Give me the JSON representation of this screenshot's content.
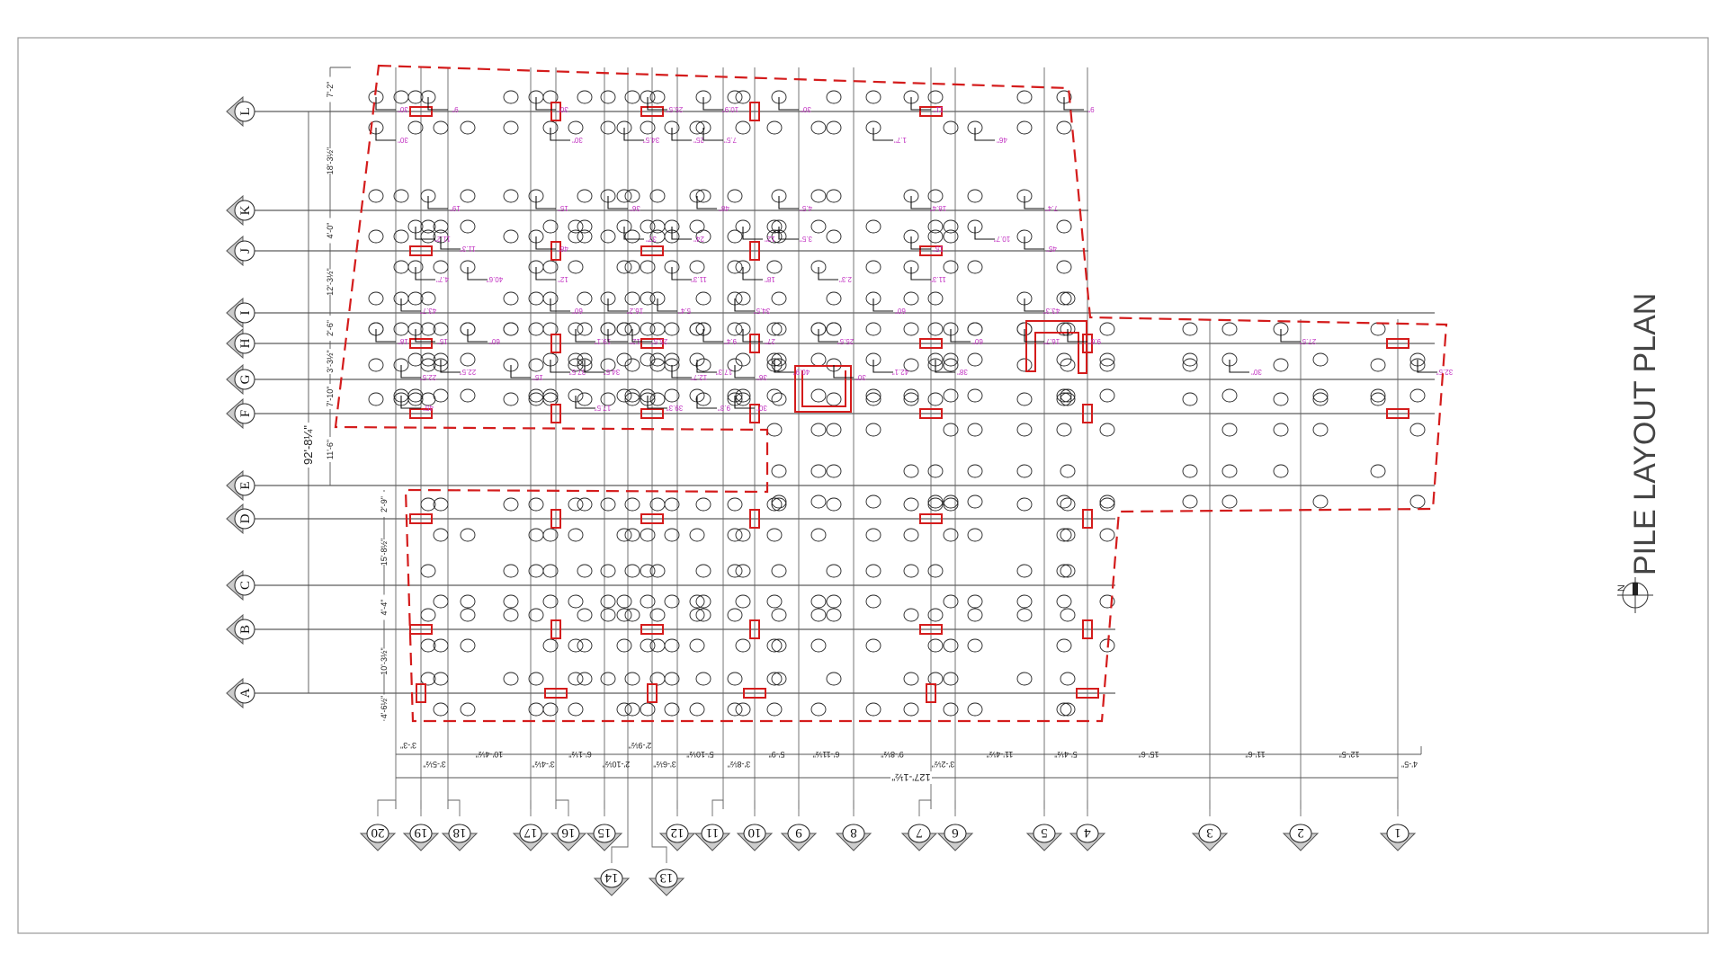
{
  "drawing": {
    "title": "PILE LAYOUT PLAN",
    "north_label": "N",
    "colors": {
      "boundary": "#d41c1c",
      "pile_cap": "#d41c1c",
      "offset_text": "#c231c2",
      "grid": "#333333"
    }
  },
  "grid_rows": [
    "L",
    "K",
    "J",
    "I",
    "H",
    "G",
    "F",
    "E",
    "D",
    "C",
    "B",
    "A"
  ],
  "grid_columns": [
    "20",
    "19",
    "18",
    "17",
    "16",
    "15",
    "14",
    "13",
    "12",
    "11",
    "10",
    "9",
    "8",
    "7",
    "6",
    "5",
    "4",
    "3",
    "2",
    "1"
  ],
  "row_dimensions": [
    "7'-2\"",
    "18'-3½\"",
    "4'-0\"",
    "12'-3½\"",
    "2'-6\"",
    "3'-3½\"",
    "7'-10\"",
    "11'-6\""
  ],
  "row_dimensions_lower": [
    "2'-9\"",
    "15'-8½\"",
    "4'-4\"",
    "10'-3½\"",
    "4'-6½\""
  ],
  "overall_row_dimension": "92'-8¼\"",
  "column_dimensions": [
    "3'-3\"",
    "3'-5½\"",
    "10'-4½\"",
    "3'-4½\"",
    "6'-1½\"",
    "2'-10½\"",
    "2'-9½\"",
    "3'-6½\"",
    "5'-10½\"",
    "3'-8½\"",
    "5'-9\"",
    "6'-11½\"",
    "9'-8½\"",
    "3'-2½\"",
    "11'-4½\"",
    "5'-4½\"",
    "15'-6\"",
    "11'-6\"",
    "12'-5\"",
    "4'-5\""
  ],
  "overall_column_dimension": "127'-1½\"",
  "pile_offsets": [
    "30\"",
    "30\"",
    "9\"",
    "30\"",
    "30\"",
    "34.5\"",
    "25.5\"",
    "25\"",
    "10.9\"",
    "7.5\"",
    "30\"",
    "1.7\"",
    "11\"",
    "46\"",
    "9\"",
    "11.2\"",
    "19\"",
    "15\"",
    "37\"",
    "36\"",
    "24\"",
    "48\"",
    "12\"",
    "4.5\"",
    "3.5\"",
    "18.4\"",
    "10.7\"",
    "7.4\"",
    "4.7\"",
    "11.3\"",
    "40.6\"",
    "48\"",
    "12\"",
    "11.3\"",
    "18\"",
    "2.3\"",
    "15\"",
    "11.3\"",
    "45\"",
    "15\"",
    "43.7\"",
    "60\"",
    "60\"",
    "19.1\"",
    "16.2\"",
    "12\"",
    "5.4\"",
    "27\"",
    "34.5\"",
    "25.5\"",
    "60\"",
    "60\"",
    "43.3\"",
    "16.7\"",
    "18\"",
    "22.5\"",
    "37.5\"",
    "34.5\"",
    "25.5\"",
    "17.3\"",
    "9.4\"",
    "40.9\"",
    "42.1\"",
    "38\"",
    "9.6\"",
    "30\"",
    "27.5\"",
    "32.5\"",
    "22.5\"",
    "45\"",
    "15\"",
    "17.5\"",
    "39.3\"",
    "12.7\"",
    "9.3\"",
    "36\"",
    "30\"",
    "30\""
  ]
}
